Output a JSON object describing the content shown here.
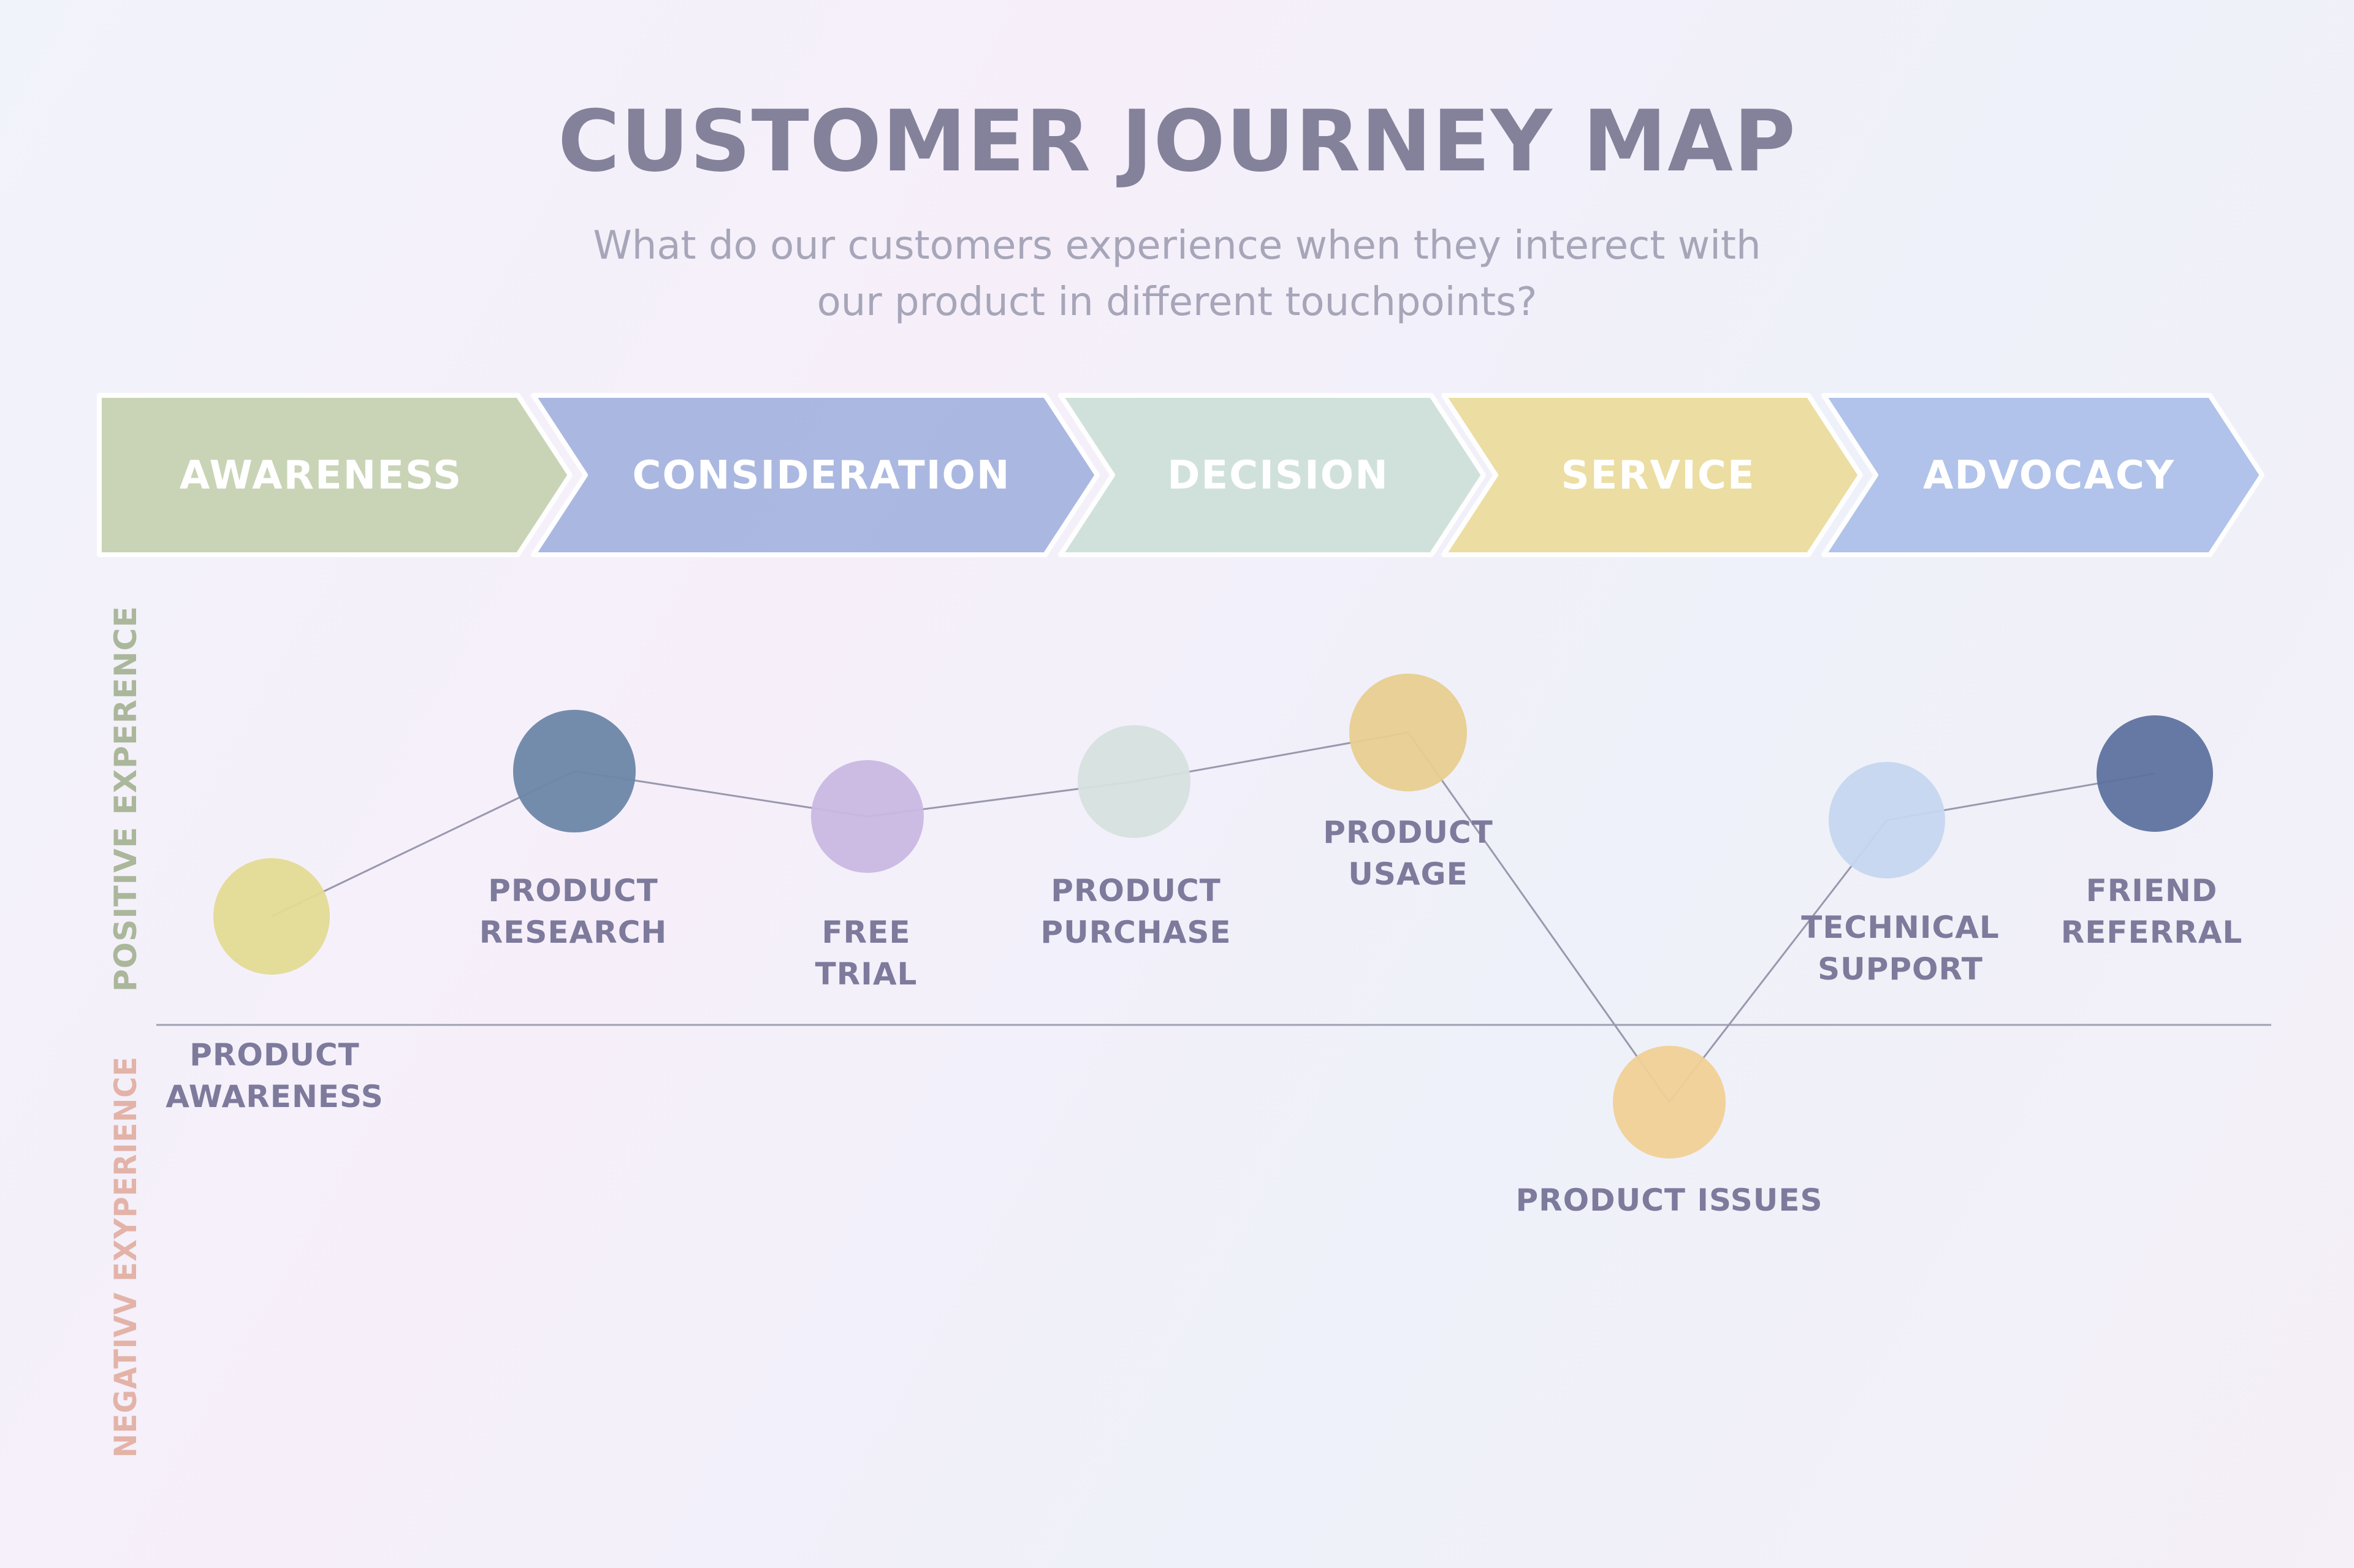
{
  "title": "CUSTOMER JOURNEY MAP",
  "subtitle": {
    "line1": "What do our customers experience when they interect with",
    "line2": "our product in different touchpoints?"
  },
  "stages": [
    {
      "label": "AWARENESS",
      "color": "#c7d3b3"
    },
    {
      "label": "CONSIDERATION",
      "color": "#a7b6e0"
    },
    {
      "label": "DECISION",
      "color": "#cfe1da"
    },
    {
      "label": "SERVICE",
      "color": "#ecdc9e"
    },
    {
      "label": "ADVOCACY",
      "color": "#aec1ea"
    }
  ],
  "axes": {
    "positive": {
      "label": "POSITIVE EXPERENCE",
      "color": "#aab79a"
    },
    "negative": {
      "label": "NEGATIVV EXYPERIENCE",
      "color": "#e3b3a8"
    }
  },
  "touchpoints": [
    {
      "label": [
        "PRODUCT",
        "AWARENESS"
      ],
      "color": "#e3da93"
    },
    {
      "label": [
        "PRODUCT",
        "RESEARCH"
      ],
      "color": "#6d86a8"
    },
    {
      "label": [
        "FREE",
        "TRIAL"
      ],
      "color": "#c9b8e3"
    },
    {
      "label": [
        "PRODUCT",
        "PURCHASE"
      ],
      "color": "#d5e0df"
    },
    {
      "label": [
        "PRODUCT",
        "USAGE"
      ],
      "color": "#e7cd90"
    },
    {
      "label": [
        "PRODUCT ISSUES"
      ],
      "color": "#f0d096"
    },
    {
      "label": [
        "TECHNICAL",
        "SUPPORT"
      ],
      "color": "#c5d6ef"
    },
    {
      "label": [
        "FRIEND",
        "REFERRAL"
      ],
      "color": "#5e729f"
    }
  ],
  "colors": {
    "line": "#9a98ad",
    "baseline": "#9fa0b3"
  }
}
